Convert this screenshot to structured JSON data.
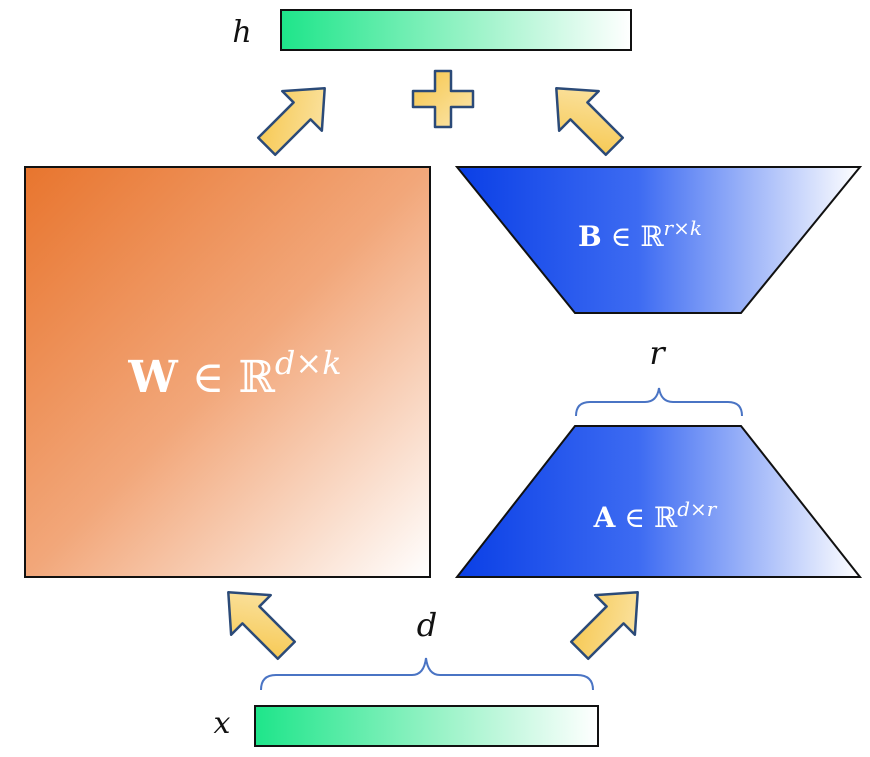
{
  "colors": {
    "weight_orange": "#E8752E",
    "adapter_blue": "#0A3FE6",
    "vector_green": "#1EE58A",
    "arrow_fill": "#F5C24A",
    "arrow_stroke": "#2B4A78",
    "brace_blue": "#4A74C4"
  },
  "icons": {
    "plus": "plus-icon",
    "arrow": "arrow-icon"
  },
  "labels": {
    "h": "h",
    "x": "x",
    "d": "d",
    "r": "r"
  },
  "matrices": {
    "W": {
      "symbol": "W",
      "in": " ∈ ",
      "set": "ℝ",
      "exp": "d×k"
    },
    "B": {
      "symbol": "B",
      "in": " ∈ ",
      "set": "ℝ",
      "exp": "r×k"
    },
    "A": {
      "symbol": "A",
      "in": " ∈ ",
      "set": "ℝ",
      "exp": "d×r"
    }
  }
}
